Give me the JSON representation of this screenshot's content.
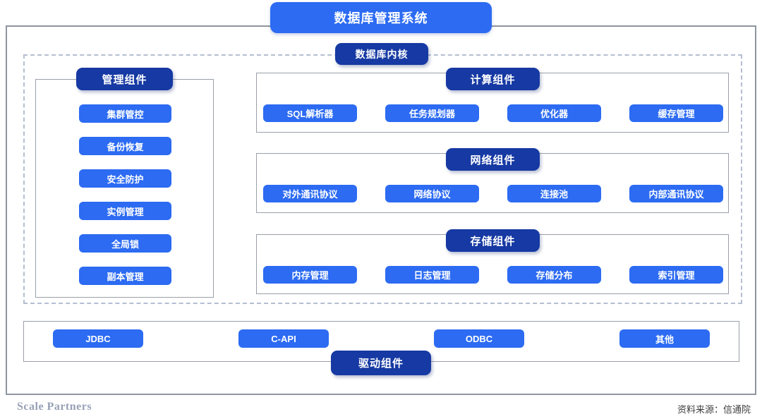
{
  "title": "数据库管理系统",
  "kernel_label": "数据库内核",
  "management": {
    "header": "管理组件",
    "items": [
      "集群管控",
      "备份恢复",
      "安全防护",
      "实例管理",
      "全局锁",
      "副本管理"
    ]
  },
  "sections": [
    {
      "header": "计算组件",
      "items": [
        "SQL解析器",
        "任务规划器",
        "优化器",
        "缓存管理"
      ]
    },
    {
      "header": "网络组件",
      "items": [
        "对外通讯协议",
        "网络协议",
        "连接池",
        "内部通讯协议"
      ]
    },
    {
      "header": "存储组件",
      "items": [
        "内存管理",
        "日志管理",
        "存储分布",
        "索引管理"
      ]
    }
  ],
  "driver": {
    "header": "驱动组件",
    "items": [
      "JDBC",
      "C-API",
      "ODBC",
      "其他"
    ]
  },
  "footer": {
    "brand": "Scale Partners",
    "source": "资料来源：信通院"
  },
  "colors": {
    "primary_blue": "#2c6bf2",
    "dark_blue": "#1639a3",
    "frame_gray": "#8f969f",
    "dashed_gray_blue": "#b4bed2"
  }
}
